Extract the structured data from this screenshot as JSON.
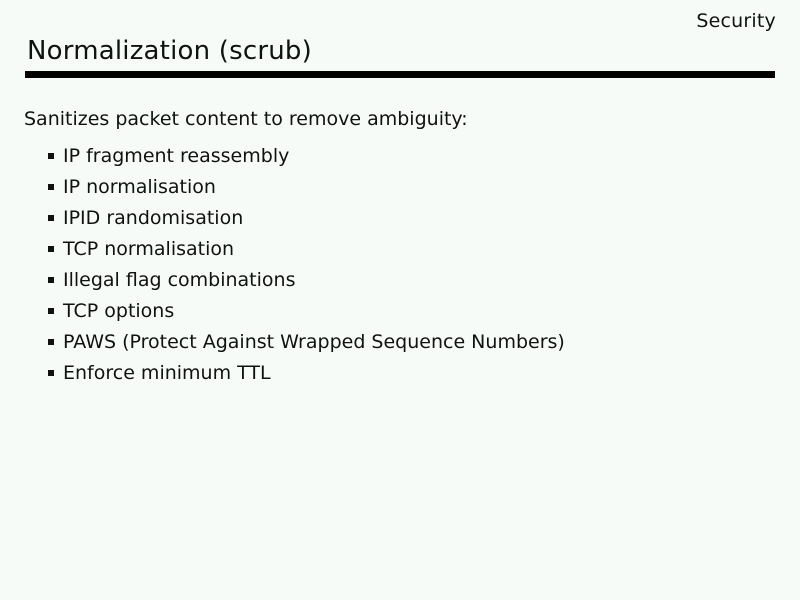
{
  "slide": {
    "corner_label": "Security",
    "title": "Normalization (scrub)",
    "intro": "Sanitizes packet content to remove ambiguity:",
    "bullets": [
      "IP fragment reassembly",
      "IP normalisation",
      "IPID randomisation",
      "TCP normalisation",
      "Illegal flag combinations",
      "TCP options",
      "PAWS (Protect Against Wrapped Sequence Numbers)",
      "Enforce minimum TTL"
    ],
    "colors": {
      "background": "#f7fbf7",
      "text": "#111111",
      "rule": "#000000"
    }
  }
}
